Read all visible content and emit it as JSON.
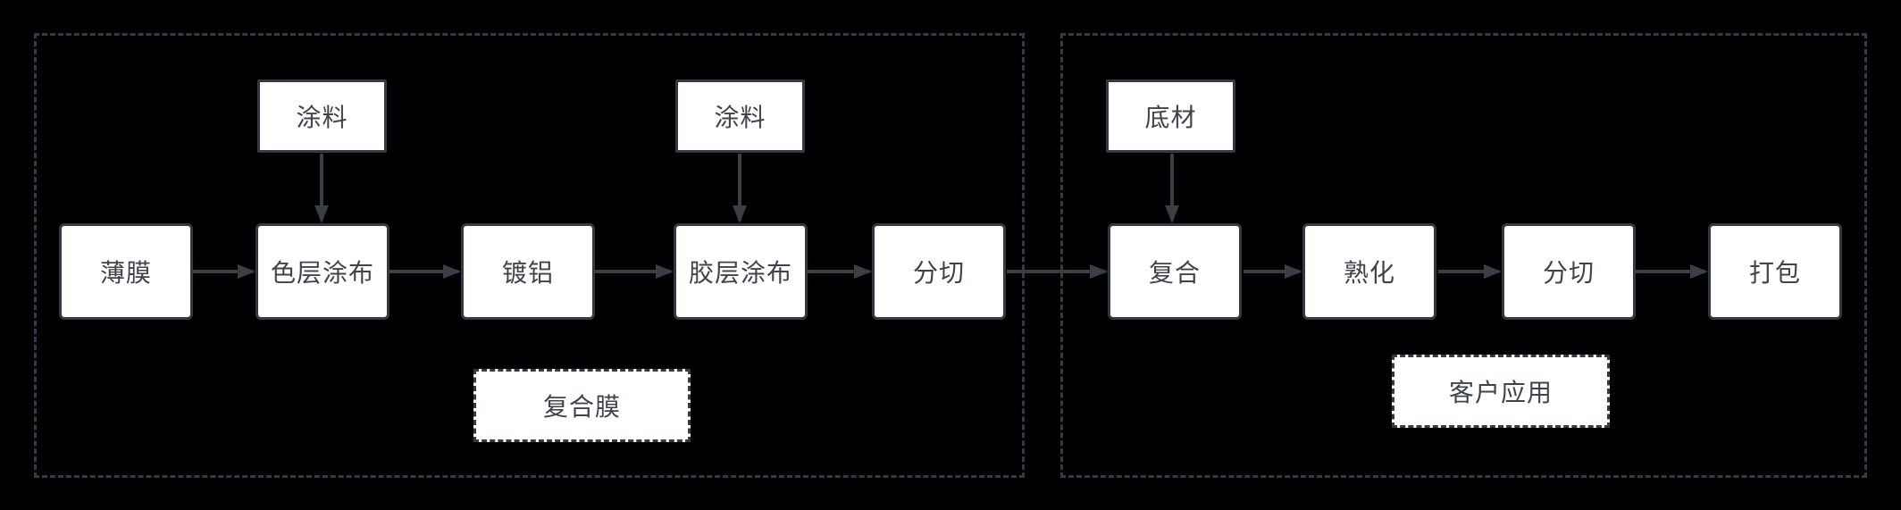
{
  "colors": {
    "canvas_bg": "#000000",
    "node_fill": "#ffffff",
    "node_border": "#333a44",
    "node_text": "#3f444c",
    "container_border": "#343b47",
    "arrow": "#3a3f46"
  },
  "stages": [
    {
      "id": "composite-film",
      "label": "复合膜",
      "steps": [
        "薄膜",
        "色层涂布",
        "镀铝",
        "胶层涂布",
        "分切"
      ],
      "inputs": [
        {
          "label": "涂料",
          "feeds": "色层涂布"
        },
        {
          "label": "涂料",
          "feeds": "胶层涂布"
        }
      ]
    },
    {
      "id": "customer-application",
      "label": "客户应用",
      "steps": [
        "复合",
        "熟化",
        "分切",
        "打包"
      ],
      "inputs": [
        {
          "label": "底材",
          "feeds": "复合"
        }
      ]
    }
  ],
  "edges": [
    {
      "from": "薄膜",
      "to": "色层涂布"
    },
    {
      "from": "涂料",
      "to": "色层涂布"
    },
    {
      "from": "色层涂布",
      "to": "镀铝"
    },
    {
      "from": "镀铝",
      "to": "胶层涂布"
    },
    {
      "from": "涂料",
      "to": "胶层涂布"
    },
    {
      "from": "胶层涂布",
      "to": "分切"
    },
    {
      "from": "分切",
      "to": "复合"
    },
    {
      "from": "底材",
      "to": "复合"
    },
    {
      "from": "复合",
      "to": "熟化"
    },
    {
      "from": "熟化",
      "to": "分切"
    },
    {
      "from": "分切",
      "to": "打包"
    }
  ]
}
